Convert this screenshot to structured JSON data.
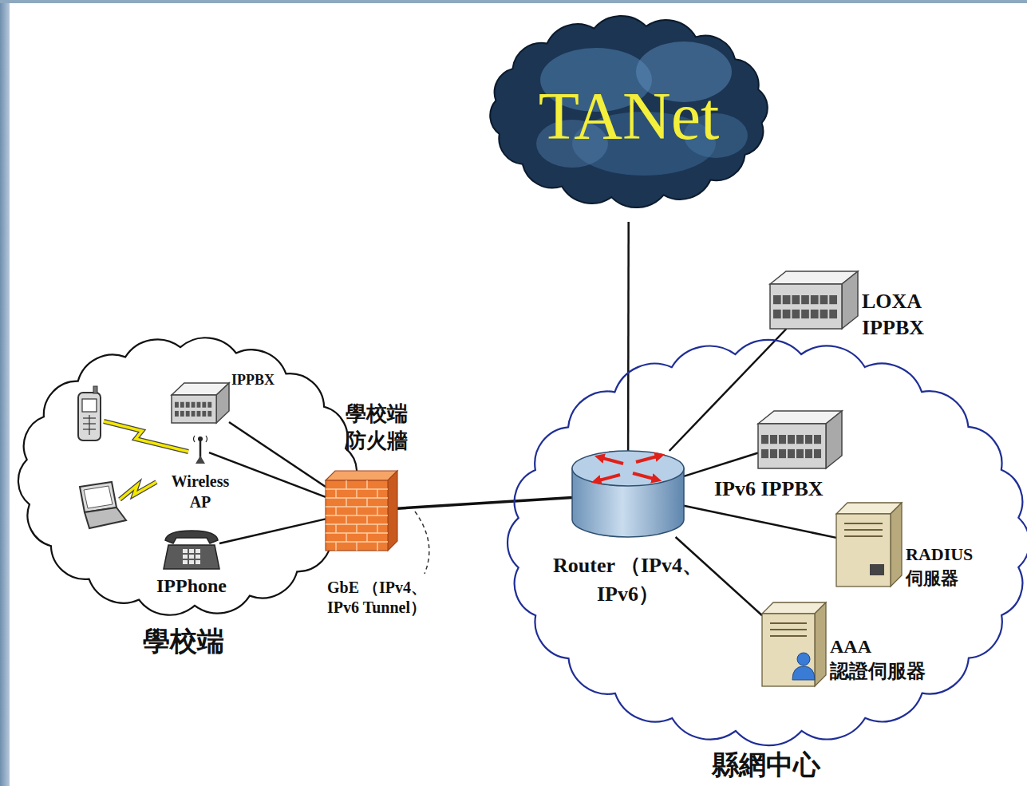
{
  "diagram": {
    "nodes": [
      {
        "text": [
          "TANet"
        ]
      },
      {
        "text": [
          "學校端"
        ]
      },
      {
        "text": [
          "IPPBX"
        ],
        "in": 1
      },
      {
        "text": [
          "Wireless AP"
        ],
        "in": 1
      },
      {
        "text": [
          "IPPhone"
        ],
        "in": 1
      },
      {
        "text": [
          "學校端 防火牆"
        ]
      },
      {
        "text": [
          "縣網中心"
        ]
      },
      {
        "text": [
          "LOXA IPPBX"
        ]
      },
      {
        "text": [
          "Router （IPv4、IPv6）"
        ],
        "in": 6
      },
      {
        "text": [
          "IPv6 IPPBX"
        ],
        "in": 6
      },
      {
        "text": [
          "RADIUS 伺服器"
        ],
        "in": 6
      },
      {
        "text": [
          "AAA 認證伺服器"
        ],
        "in": 6
      }
    ],
    "edges": [
      {
        "from": 2,
        "to": 5,
        "arrow": "none"
      },
      {
        "from": 3,
        "to": 5,
        "arrow": "none"
      },
      {
        "from": 4,
        "to": 5,
        "arrow": "none"
      },
      {
        "from": 5,
        "to": 8,
        "label": "GbE （IPv4、 IPv6 Tunnel）",
        "arrow": "none"
      },
      {
        "from": 0,
        "to": 8,
        "arrow": "none"
      },
      {
        "from": 7,
        "to": 8,
        "arrow": "none"
      },
      {
        "from": 8,
        "to": 9,
        "arrow": "none"
      },
      {
        "from": 8,
        "to": 10,
        "arrow": "none"
      },
      {
        "from": 8,
        "to": 11,
        "arrow": "none"
      }
    ]
  }
}
